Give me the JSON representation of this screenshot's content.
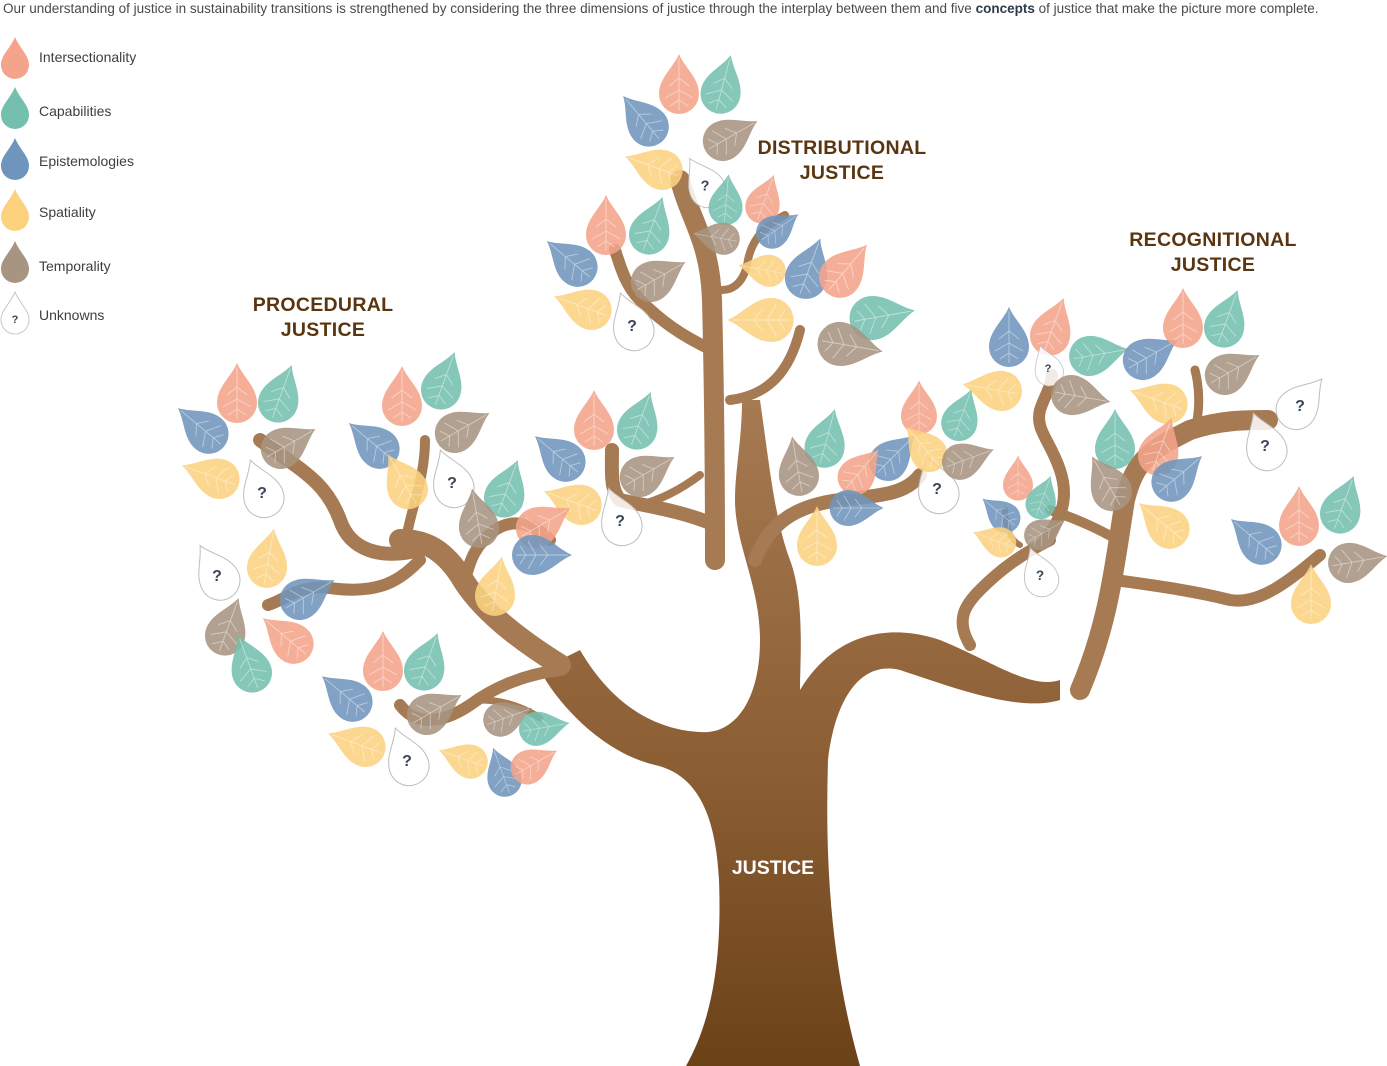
{
  "intro": {
    "part1": "Our understanding of justice in sustainability transitions is strengthened by considering the three dimensions of justice through the interplay between them and five ",
    "bold": "concepts",
    "part2": " of justice that make the picture more complete."
  },
  "legend": [
    {
      "label": "Intersectionality",
      "color": "#f4a48a",
      "icon": "leaf-icon"
    },
    {
      "label": "Capabilities",
      "color": "#74bfae",
      "icon": "leaf-icon"
    },
    {
      "label": "Epistemologies",
      "color": "#6f95bc",
      "icon": "leaf-icon"
    },
    {
      "label": "Spatiality",
      "color": "#fcd27f",
      "icon": "leaf-icon"
    },
    {
      "label": "Temporality",
      "color": "#a79481",
      "icon": "leaf-icon"
    },
    {
      "label": "Unknowns",
      "color": "#ffffff",
      "icon": "question-leaf-icon",
      "symbol": "?"
    }
  ],
  "labels": {
    "procedural": [
      "PROCEDURAL",
      "JUSTICE"
    ],
    "distributional": [
      "DISTRIBUTIONAL",
      "JUSTICE"
    ],
    "recognitional": [
      "RECOGNITIONAL",
      "JUSTICE"
    ],
    "trunk": "JUSTICE"
  },
  "unknown_symbol": "?",
  "colors": {
    "intersectionality": "#f4a48a",
    "capabilities": "#74bfae",
    "epistemologies": "#6f95bc",
    "spatiality": "#fcd27f",
    "temporality": "#a79481",
    "branch": "#a67a52",
    "trunk_dark": "#6b4218",
    "label": "#5a3510"
  }
}
